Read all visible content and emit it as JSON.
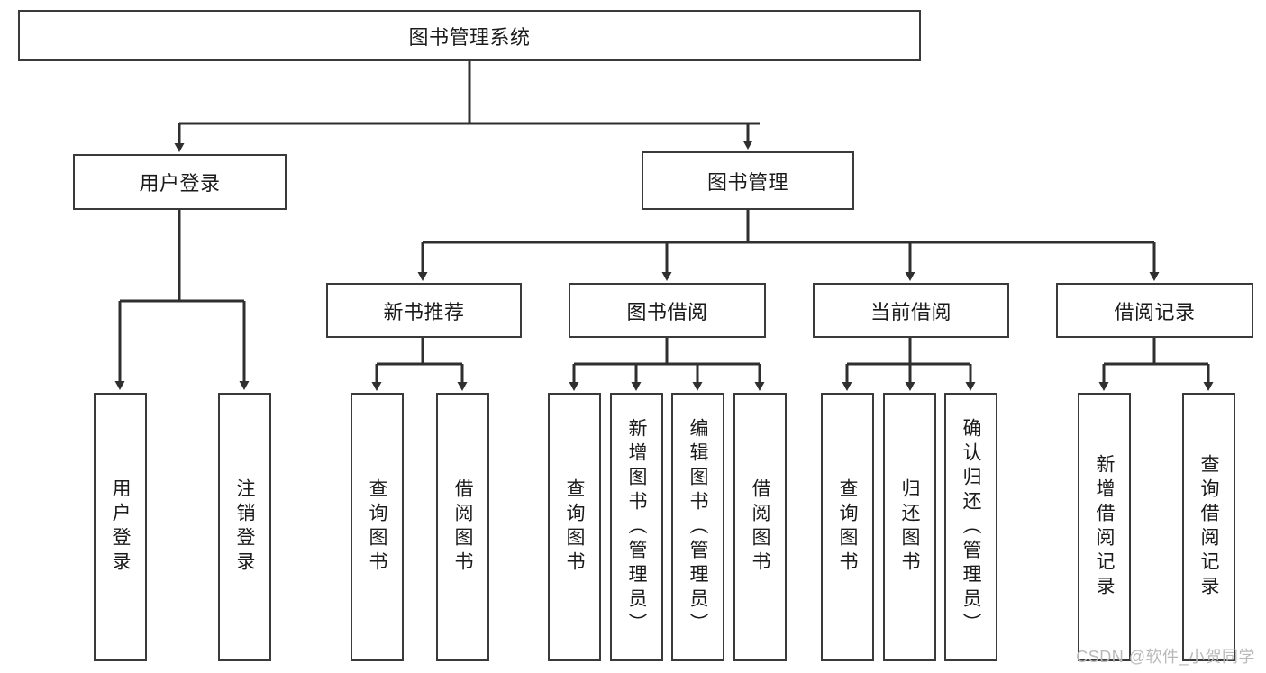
{
  "diagram": {
    "title": "图书管理系统",
    "type": "tree-hierarchy-diagram",
    "root": {
      "id": "root",
      "label": "图书管理系统",
      "orientation": "horizontal"
    },
    "level2": [
      {
        "id": "user-login",
        "label": "用户登录",
        "orientation": "horizontal"
      },
      {
        "id": "book-management",
        "label": "图书管理",
        "orientation": "horizontal"
      }
    ],
    "level3": [
      {
        "id": "new-book-recommend",
        "label": "新书推荐",
        "orientation": "horizontal",
        "parent": "book-management"
      },
      {
        "id": "book-borrow",
        "label": "图书借阅",
        "orientation": "horizontal",
        "parent": "book-management"
      },
      {
        "id": "current-borrow",
        "label": "当前借阅",
        "orientation": "horizontal",
        "parent": "book-management"
      },
      {
        "id": "borrow-record",
        "label": "借阅记录",
        "orientation": "horizontal",
        "parent": "book-management"
      }
    ],
    "leaves": [
      {
        "id": "leaf-user-login",
        "label": "用户登录",
        "parent": "user-login"
      },
      {
        "id": "leaf-user-logout",
        "label": "注销登录",
        "parent": "user-login"
      },
      {
        "id": "leaf-query-book-1",
        "label": "查询图书",
        "parent": "new-book-recommend"
      },
      {
        "id": "leaf-borrow-book-1",
        "label": "借阅图书",
        "parent": "new-book-recommend"
      },
      {
        "id": "leaf-query-book-2",
        "label": "查询图书",
        "parent": "book-borrow"
      },
      {
        "id": "leaf-add-book",
        "label": "新增图书（管理员）",
        "parent": "book-borrow"
      },
      {
        "id": "leaf-edit-book",
        "label": "编辑图书（管理员）",
        "parent": "book-borrow"
      },
      {
        "id": "leaf-borrow-book-2",
        "label": "借阅图书",
        "parent": "book-borrow"
      },
      {
        "id": "leaf-query-book-3",
        "label": "查询图书",
        "parent": "current-borrow"
      },
      {
        "id": "leaf-return-book",
        "label": "归还图书",
        "parent": "current-borrow"
      },
      {
        "id": "leaf-confirm-return",
        "label": "确认归还（管理员）",
        "parent": "current-borrow"
      },
      {
        "id": "leaf-add-record",
        "label": "新增借阅记录",
        "parent": "borrow-record"
      },
      {
        "id": "leaf-query-record",
        "label": "查询借阅记录",
        "parent": "borrow-record"
      }
    ]
  },
  "watermark": {
    "text": "CSDN @软件_小贺同学"
  },
  "colors": {
    "border": "#3a3a3a",
    "background": "#ffffff",
    "text": "#1b1b1b",
    "watermark": "#b9b9b9"
  }
}
